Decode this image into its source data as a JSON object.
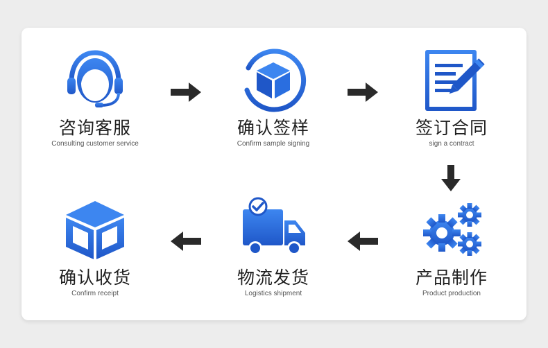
{
  "colors": {
    "accent": "#1f63d6",
    "accent_light": "#3d86f0",
    "arrow": "#2a2a2a"
  },
  "steps": [
    {
      "title": "咨询客服",
      "subtitle": "Consulting customer service",
      "icon": "headset-agent-icon"
    },
    {
      "title": "确认签样",
      "subtitle": "Confirm sample signing",
      "icon": "box-circle-icon"
    },
    {
      "title": "签订合同",
      "subtitle": "sign a contract",
      "icon": "contract-pen-icon"
    },
    {
      "title": "产品制作",
      "subtitle": "Product production",
      "icon": "gears-icon"
    },
    {
      "title": "物流发货",
      "subtitle": "Logistics shipment",
      "icon": "delivery-truck-icon"
    },
    {
      "title": "确认收货",
      "subtitle": "Confirm receipt",
      "icon": "open-box-icon"
    }
  ]
}
